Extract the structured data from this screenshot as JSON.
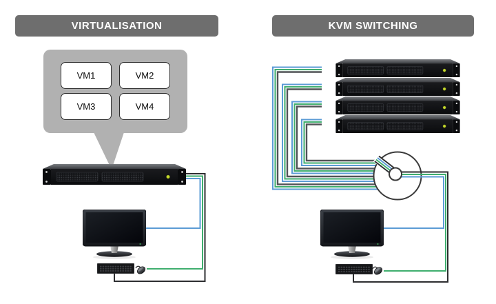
{
  "left": {
    "header": "VIRTUALISATION",
    "vms": [
      "VM1",
      "VM2",
      "VM3",
      "VM4"
    ]
  },
  "right": {
    "header": "KVM SWITCHING"
  },
  "colors": {
    "header_bg": "#6e6e6e",
    "header_text": "#ffffff",
    "bubble_bg": "#b1b1b1",
    "cable_blue": "#5b9bd5",
    "cable_green": "#3fae6e",
    "cable_dark": "#2d2e30",
    "bundle_gray": "#515357",
    "led_green": "#c6da2c"
  }
}
